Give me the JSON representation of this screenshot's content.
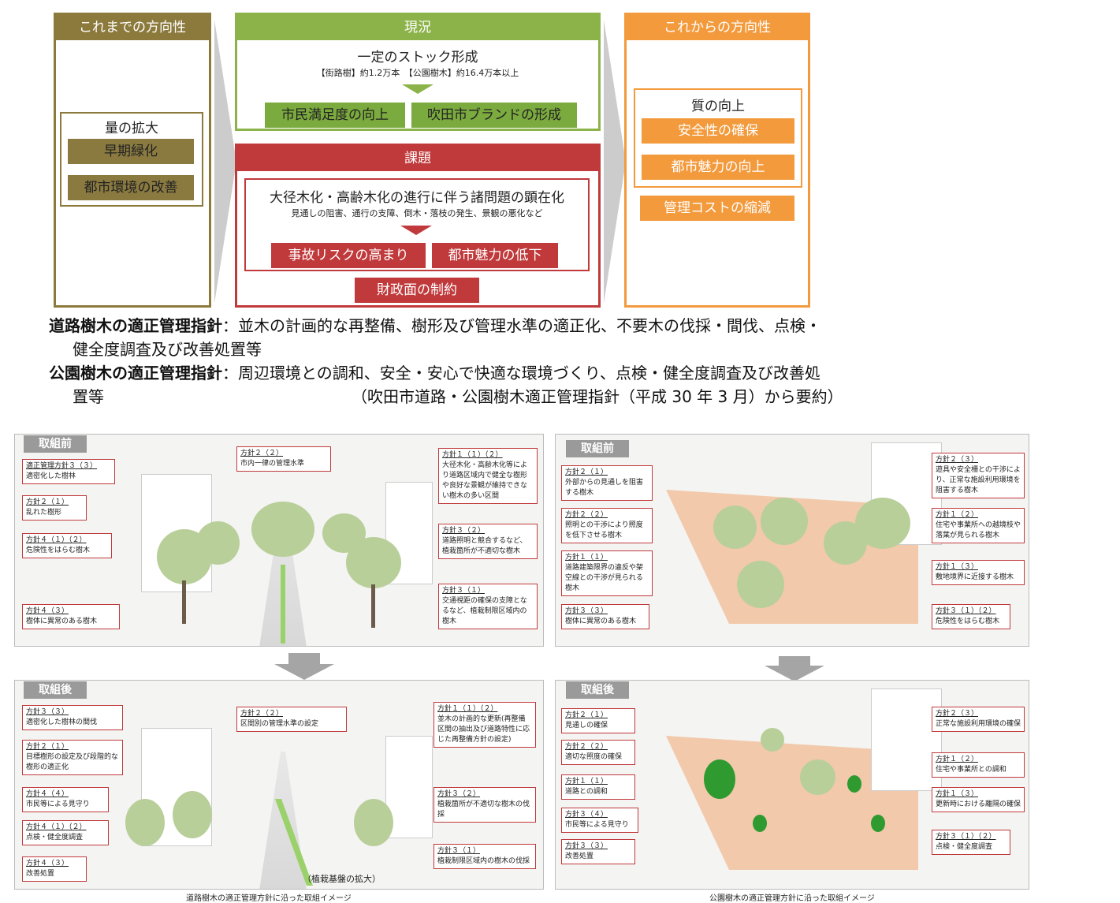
{
  "top": {
    "past": {
      "header": "これまでの方向性",
      "title": "量の拡大",
      "items": [
        "早期緑化",
        "都市環境の改善"
      ]
    },
    "current": {
      "header": "現況",
      "title": "一定のストック形成",
      "sub": "【街路樹】約1.2万本　【公園樹木】約16.4万本以上",
      "items": [
        "市民満足度の向上",
        "吹田市ブランドの形成"
      ]
    },
    "issue": {
      "header": "課題",
      "title": "大径木化・高齢木化の進行に伴う諸問題の顕在化",
      "sub": "見通しの阻害、通行の支障、倒木・落枝の発生、景観の悪化など",
      "items": [
        "事故リスクの高まり",
        "都市魅力の低下"
      ],
      "bottom": "財政面の制約"
    },
    "future": {
      "header": "これからの方向性",
      "title": "質の向上",
      "items": [
        "安全性の確保",
        "都市魅力の向上"
      ],
      "bottom": "管理コストの縮減"
    }
  },
  "text": {
    "road_label": "道路樹木の適正管理指針",
    "road_body_1": "：並木の計画的な再整備、樹形及び管理水準の適正化、不要木の伐採・間伐、点検・",
    "road_body_2": "健全度調査及び改善処置等",
    "park_label": "公園樹木の適正管理指針",
    "park_body_1": "：周辺環境との調和、安全・安心で快適な環境づくり、点検・健全度調査及び改善処",
    "park_body_2": "置等",
    "source": "（吹田市道路・公園樹木適正管理指針（平成 30 年 3 月）から要約）"
  },
  "road_before": {
    "tag": "取組前",
    "callouts": [
      {
        "label": "適正管理方針３（３）",
        "text": "適密化した樹林"
      },
      {
        "label": "方針２（１）",
        "text": "乱れた樹形"
      },
      {
        "label": "方針４（１）（２）",
        "text": "危険性をはらむ樹木"
      },
      {
        "label": "方針４（３）",
        "text": "樹体に異常のある樹木"
      },
      {
        "label": "方針２（２）",
        "text": "市内一律の管理水準"
      },
      {
        "label": "方針１（１）（２）",
        "text": "大径木化・高齢木化等により道路区域内で健全な樹形や良好な景観が維持できない樹木の多い区間"
      },
      {
        "label": "方針３（２）",
        "text": "道路照明と競合するなど、植栽箇所が不適切な樹木"
      },
      {
        "label": "方針３（１）",
        "text": "交通視距の確保の支障となるなど、植栽制限区域内の樹木"
      }
    ]
  },
  "park_before": {
    "tag": "取組前",
    "callouts": [
      {
        "label": "方針２（１）",
        "text": "外部からの見通しを阻害する樹木"
      },
      {
        "label": "方針２（２）",
        "text": "照明との干渉により照度を低下させる樹木"
      },
      {
        "label": "方針１（１）",
        "text": "道路建築限界の違反や架空線との干渉が見られる樹木"
      },
      {
        "label": "方針３（３）",
        "text": "樹体に異常のある樹木"
      },
      {
        "label": "方針２（３）",
        "text": "遊具や安全柵との干渉により、正常な施設利用環境を阻害する樹木"
      },
      {
        "label": "方針１（２）",
        "text": "住宅や事業所への越境枝や落葉が見られる樹木"
      },
      {
        "label": "方針１（３）",
        "text": "敷地境界に近接する樹木"
      },
      {
        "label": "方針３（１）（２）",
        "text": "危険性をはらむ樹木"
      }
    ]
  },
  "road_after": {
    "tag": "取組後",
    "callouts": [
      {
        "label": "方針３（３）",
        "text": "適密化した樹林の間伐"
      },
      {
        "label": "方針２（１）",
        "text": "目標樹形の設定及び段階的な樹形の適正化"
      },
      {
        "label": "方針４（４）",
        "text": "市民等による見守り"
      },
      {
        "label": "方針４（１）（２）",
        "text": "点検・健全度調査"
      },
      {
        "label": "方針４（３）",
        "text": "改善処置"
      },
      {
        "label": "方針２（２）",
        "text": "区間別の管理水準の設定"
      },
      {
        "label": "方針１（１）（２）",
        "text": "並木の計画的な更新(再整備区間の抽出及び道路特性に応じた再整備方針の設定)"
      },
      {
        "label": "方針３（２）",
        "text": "植栽箇所が不適切な樹木の伐採"
      },
      {
        "label": "方針３（１）",
        "text": "植栽制限区域内の樹木の伐採"
      }
    ],
    "note": "（植栽基盤の拡大）"
  },
  "park_after": {
    "tag": "取組後",
    "callouts": [
      {
        "label": "方針２（１）",
        "text": "見通しの確保"
      },
      {
        "label": "方針２（２）",
        "text": "適切な照度の確保"
      },
      {
        "label": "方針１（１）",
        "text": "道路との調和"
      },
      {
        "label": "方針３（４）",
        "text": "市民等による見守り"
      },
      {
        "label": "方針３（３）",
        "text": "改善処置"
      },
      {
        "label": "方針２（３）",
        "text": "正常な施設利用環境の確保"
      },
      {
        "label": "方針１（２）",
        "text": "住宅や事業所との調和"
      },
      {
        "label": "方針１（３）",
        "text": "更新時における離隔の確保"
      },
      {
        "label": "方針３（１）（２）",
        "text": "点検・健全度調査"
      }
    ]
  },
  "captions": {
    "road": "道路樹木の適正管理方針に沿った取組イメージ",
    "park": "公園樹木の適正管理方針に沿った取組イメージ"
  }
}
